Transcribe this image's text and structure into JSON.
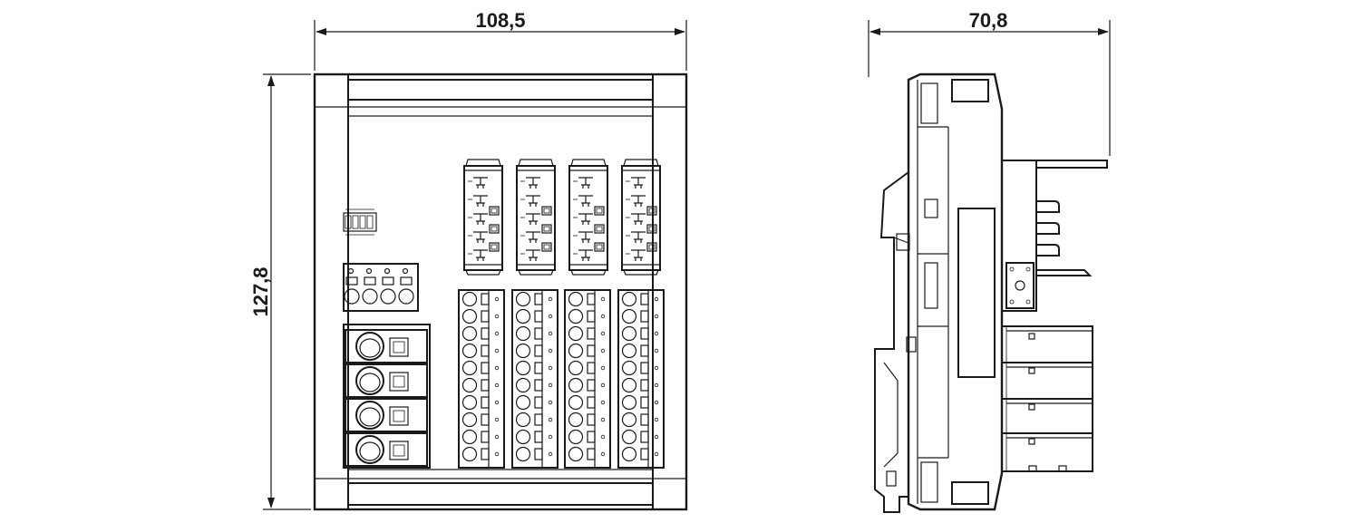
{
  "dimensions": {
    "front_width": "108,5",
    "side_depth": "70,8",
    "height": "127,8"
  },
  "colors": {
    "line": "#1a1a1a",
    "background": "#ffffff"
  }
}
